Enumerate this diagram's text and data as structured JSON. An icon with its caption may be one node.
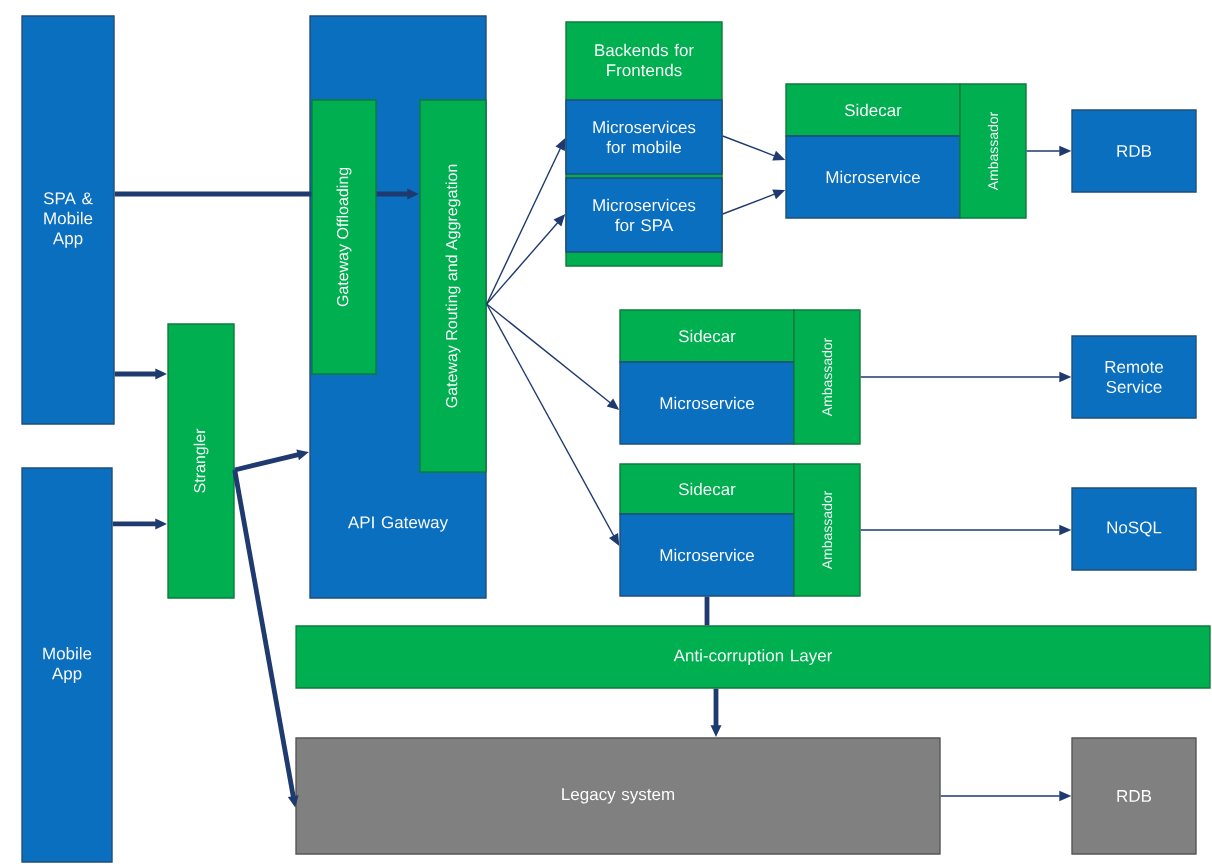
{
  "diagram": {
    "nodes": [
      {
        "text": [
          "SPA & Mobile App"
        ]
      },
      {
        "text": [
          "Mobile App"
        ]
      },
      {
        "text": [
          "Strangler"
        ]
      },
      {
        "text": [
          "API Gateway"
        ]
      },
      {
        "text": [
          "Gateway Offloading"
        ],
        "in": 3
      },
      {
        "text": [
          "Gateway Routing and Aggregation"
        ],
        "in": 3
      },
      {
        "text": [
          "Backends for Frontends"
        ]
      },
      {
        "text": [
          "Microservices for mobile"
        ],
        "in": 6
      },
      {
        "text": [
          "Microservices for SPA"
        ],
        "in": 6
      },
      {
        "text": [
          "Sidecar"
        ]
      },
      {
        "text": [
          "Microservice"
        ]
      },
      {
        "text": [
          "Ambassador"
        ]
      },
      {
        "text": [
          "RDB"
        ]
      },
      {
        "text": [
          "Sidecar"
        ]
      },
      {
        "text": [
          "Microservice"
        ]
      },
      {
        "text": [
          "Ambassador"
        ]
      },
      {
        "text": [
          "Remote Service"
        ]
      },
      {
        "text": [
          "Sidecar"
        ]
      },
      {
        "text": [
          "Microservice"
        ]
      },
      {
        "text": [
          "Ambassador"
        ]
      },
      {
        "text": [
          "NoSQL"
        ]
      },
      {
        "text": [
          "Anti-corruption Layer"
        ]
      },
      {
        "text": [
          "Legacy system"
        ]
      },
      {
        "text": [
          "RDB"
        ]
      }
    ],
    "edges": [
      {
        "from": 0,
        "to": 4,
        "arrow": "none",
        "style": "thick"
      },
      {
        "from": 4,
        "to": 5,
        "arrow": "to",
        "style": "thick"
      },
      {
        "from": 0,
        "to": 2,
        "arrow": "to",
        "style": "thick"
      },
      {
        "from": 1,
        "to": 2,
        "arrow": "to",
        "style": "thick"
      },
      {
        "from": 2,
        "to": 3,
        "arrow": "to",
        "style": "thick"
      },
      {
        "from": 2,
        "to": 22,
        "arrow": "to",
        "style": "thick"
      },
      {
        "from": 5,
        "to": 7,
        "arrow": "to"
      },
      {
        "from": 5,
        "to": 8,
        "arrow": "to"
      },
      {
        "from": 5,
        "to": 14,
        "arrow": "to"
      },
      {
        "from": 5,
        "to": 18,
        "arrow": "to"
      },
      {
        "from": 7,
        "to": 10,
        "arrow": "to"
      },
      {
        "from": 8,
        "to": 10,
        "arrow": "to"
      },
      {
        "from": 11,
        "to": 12,
        "arrow": "to"
      },
      {
        "from": 15,
        "to": 16,
        "arrow": "to"
      },
      {
        "from": 19,
        "to": 20,
        "arrow": "to"
      },
      {
        "from": 18,
        "to": 21,
        "arrow": "none",
        "style": "thick"
      },
      {
        "from": 21,
        "to": 22,
        "arrow": "to",
        "style": "thick"
      },
      {
        "from": 22,
        "to": 23,
        "arrow": "to"
      }
    ]
  }
}
